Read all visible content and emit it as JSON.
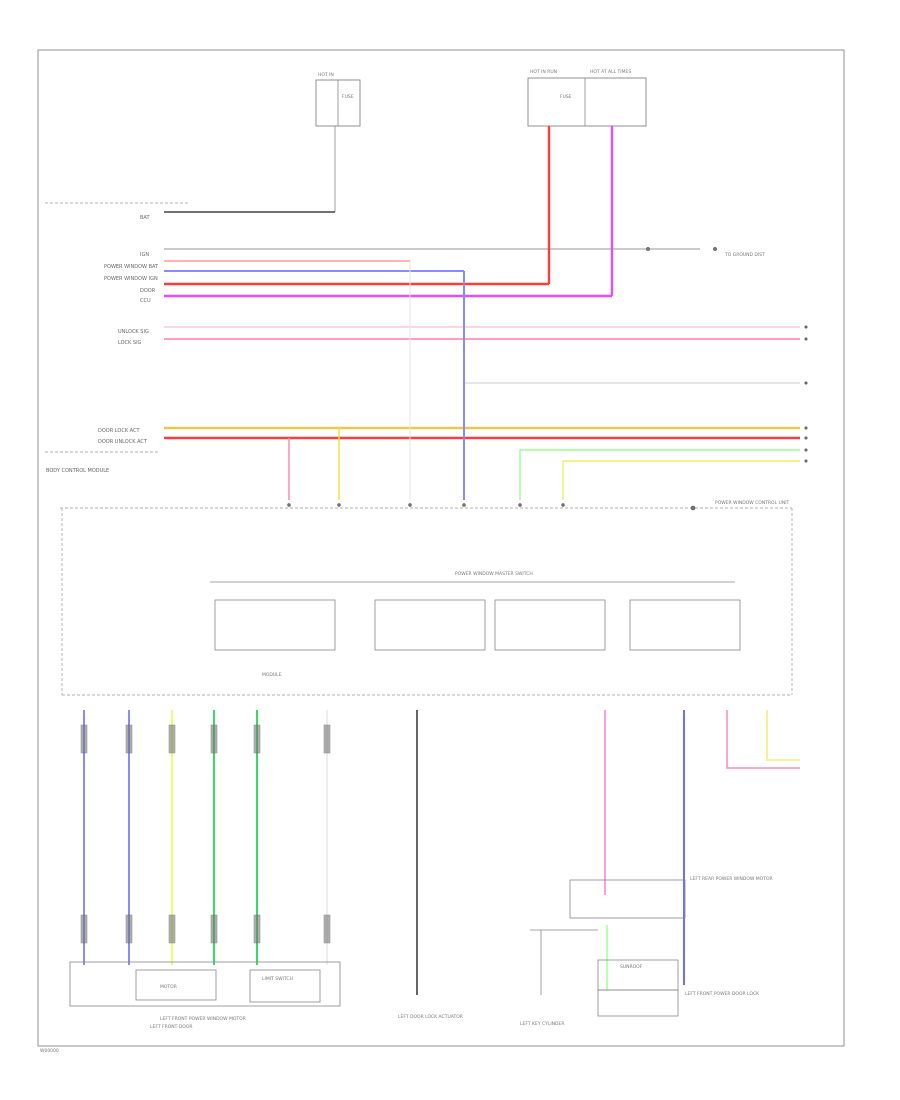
{
  "colors": {
    "red": "#ff3b3b",
    "pink": "#ff8fb0",
    "magenta": "#e24bff",
    "blue": "#6c6cff",
    "green": "#33dd66",
    "light_green": "#a6ff9c",
    "yellow": "#f0e030",
    "gold": "#e8c850",
    "gray": "#9a9a9a",
    "dark": "#444444"
  },
  "labels": {
    "footer": "W00000",
    "top_fuse_left": "HOT IN",
    "top_fuse_right_a": "HOT IN RUN",
    "top_fuse_right_b": "HOT AT ALL TIMES",
    "fuse_a": "FUSE",
    "fuse_b": "FUSE",
    "left_bat": "BAT",
    "left_ign": "IGN",
    "left_pwr_bat": "POWER WINDOW BAT",
    "left_pwr_bat2": "POWER WINDOW IGN",
    "left_door": "DOOR",
    "left_ccu": "CCU",
    "left_unlock": "UNLOCK SIG",
    "left_lock": "LOCK SIG",
    "left_dlock1": "DOOR LOCK ACT",
    "left_dlock2": "DOOR UNLOCK ACT",
    "left_module": "BODY CONTROL MODULE",
    "right_ground": "TO GROUND DIST",
    "right_ctrl": "POWER WINDOW CONTROL UNIT",
    "mid_header": "POWER WINDOW MASTER SWITCH",
    "mid_module": "MODULE",
    "left_motor": "LEFT FRONT POWER WINDOW MOTOR",
    "left_motor2": "LEFT FRONT DOOR",
    "motor_box": "MOTOR",
    "limit_switch": "LIMIT SWITCH",
    "bottom_mid": "LEFT DOOR LOCK ACTUATOR",
    "bottom_center": "LEFT KEY CYLINDER",
    "bottom_right": "LEFT FRONT POWER DOOR LOCK",
    "bottom_right_box": "SUNROOF",
    "right_side_motor": "LEFT REAR POWER WINDOW MOTOR"
  }
}
